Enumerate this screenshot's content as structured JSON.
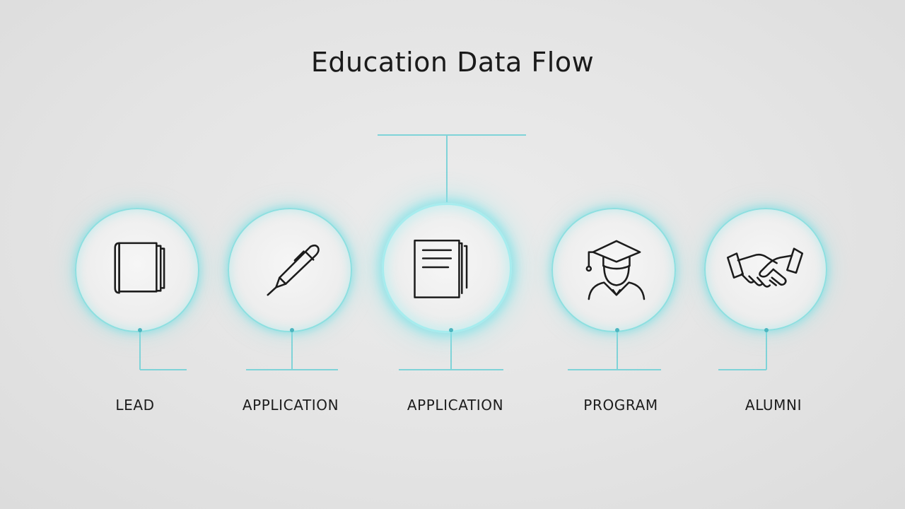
{
  "title": "Education Data Flow",
  "colors": {
    "accent": "#8ddfe0",
    "connector": "#7fd3d8",
    "dot": "#4cb6c0",
    "icon_stroke": "#1c1c1c"
  },
  "stages": [
    {
      "label": "LEAD",
      "icon": "book-icon"
    },
    {
      "label": "APPLICATION",
      "icon": "pen-icon"
    },
    {
      "label": "APPLICATION",
      "icon": "document-icon"
    },
    {
      "label": "PROGRAM",
      "icon": "graduate-icon"
    },
    {
      "label": "ALUMNI",
      "icon": "handshake-icon"
    }
  ]
}
